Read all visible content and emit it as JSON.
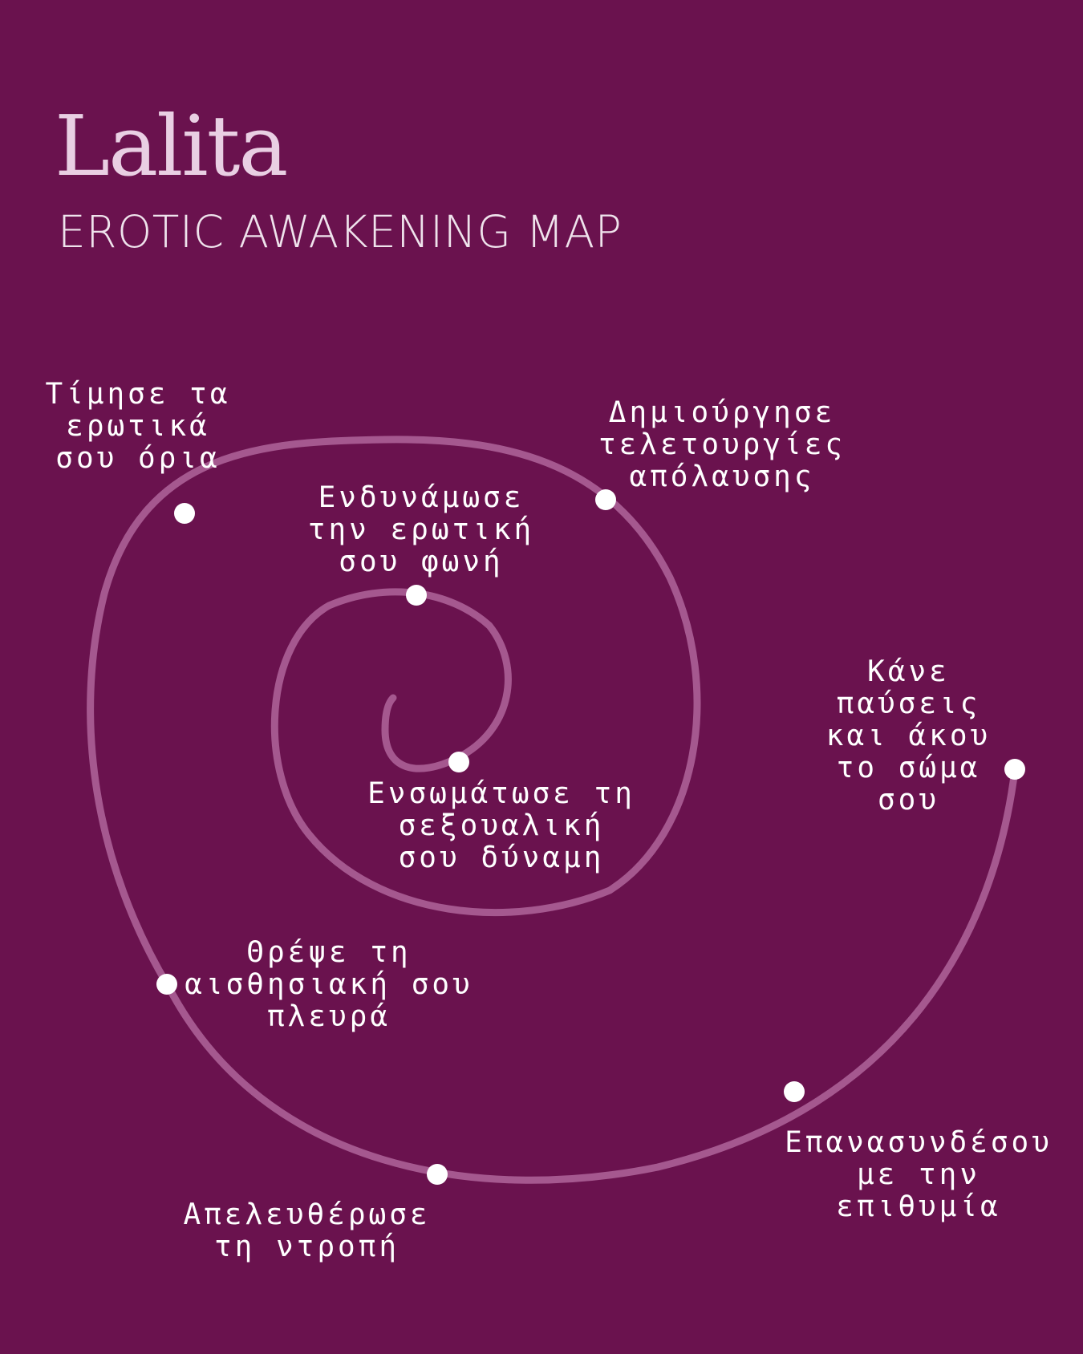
{
  "brand": "Lalita",
  "subtitle": "EROTIC AWAKENING MAP",
  "colors": {
    "background": "#6a124e",
    "spiral": "#a5588f",
    "dot": "#ffffff",
    "brand": "#e9cfe3"
  },
  "steps": [
    {
      "label": "Τίμησε τα\nερωτικά\nσου όρια"
    },
    {
      "label": "Δημιούργησε\nτελετουργίες\nαπόλαυσης"
    },
    {
      "label": "Ενδυνάμωσε\nτην ερωτική\nσου φωνή"
    },
    {
      "label": "Κάνε\nπαύσεις\nκαι άκου\nτο σώμα\nσου"
    },
    {
      "label": "Ενσωμάτωσε τη\nσεξουαλική\nσου δύναμη"
    },
    {
      "label": "Θρέψε τη\nαισθησιακή σου\nπλευρά"
    },
    {
      "label": "Επανασυνδέσου\nμε την\nεπιθυμία"
    },
    {
      "label": "Απελευθέρωσε\nτη ντροπή"
    }
  ]
}
